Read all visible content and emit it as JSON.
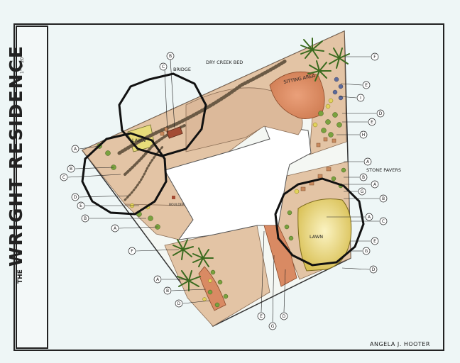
{
  "title": {
    "prefix": "THE",
    "name": "WRIGHT RESIDENCE",
    "scale": "1\" = 20'"
  },
  "designer": "ANGELA J. HOOTER",
  "plan_labels": {
    "dry_creek_bed": "DRY CREEK BED",
    "bridge": "BRIDGE",
    "sitting_area": "SITTING AREA",
    "lawn_small": "LAWN",
    "lawn_large": "LAWN",
    "stone_pavers": "STONE PAVERS",
    "boulder": "BOULDER"
  },
  "callouts": [
    "F",
    "E",
    "I",
    "D",
    "E",
    "H",
    "B",
    "C",
    "A",
    "B",
    "C",
    "D",
    "E",
    "B",
    "A",
    "A",
    "B",
    "A",
    "G",
    "B",
    "A",
    "C",
    "E",
    "G",
    "D",
    "F",
    "A",
    "B",
    "D",
    "E",
    "G",
    "D"
  ],
  "colors": {
    "paper": "#eef6f6",
    "beige": "#e3c4a5",
    "terracotta": "#d98a63",
    "lawn": "#ead87a",
    "green": "#6e9a3a",
    "ink": "#222222"
  }
}
